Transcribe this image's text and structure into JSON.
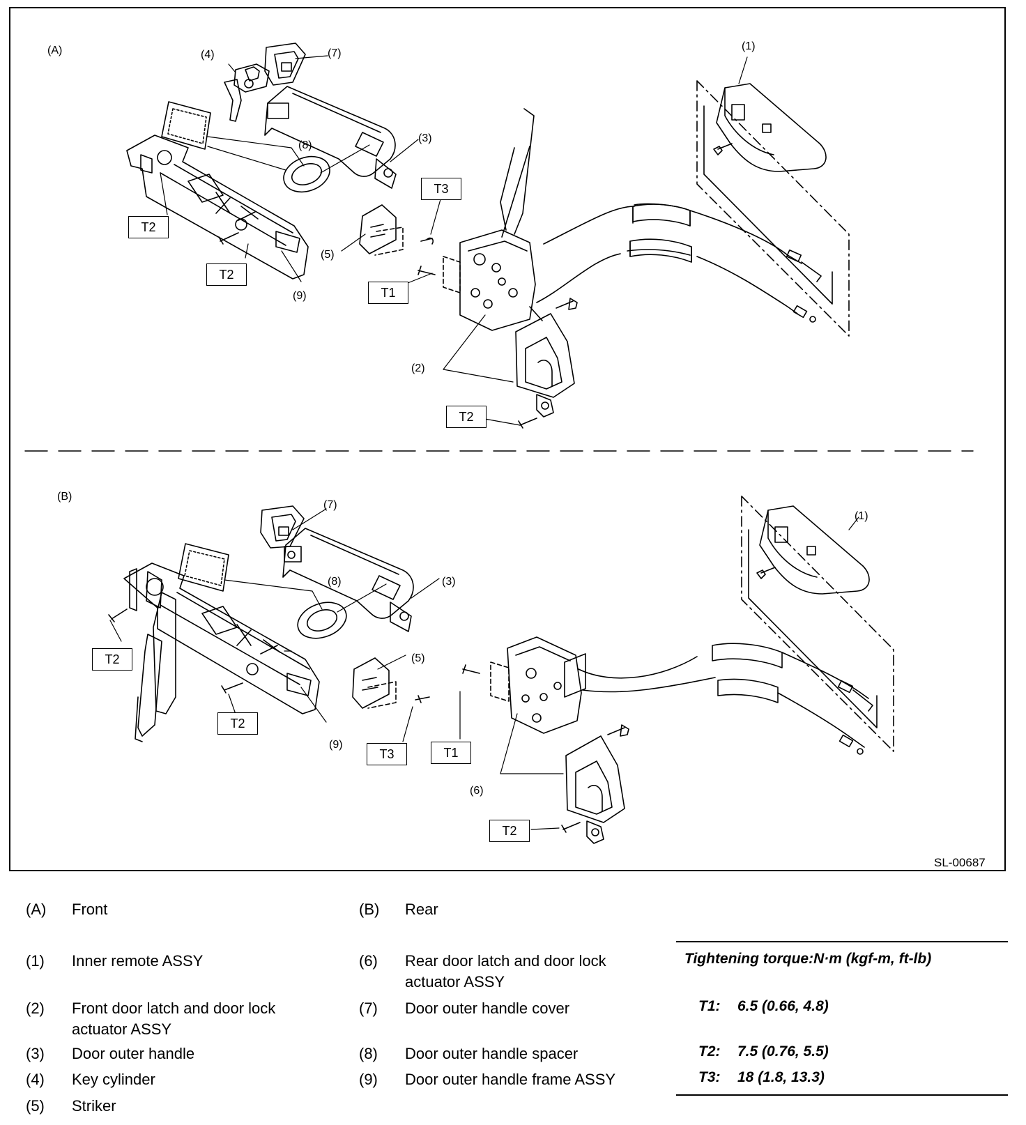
{
  "diagram": {
    "figure_id": "SL-00687",
    "section_a_label": "(A)",
    "section_b_label": "(B)",
    "callouts_a": {
      "c1": "(1)",
      "c2": "(2)",
      "c3": "(3)",
      "c4": "(4)",
      "c5": "(5)",
      "c7": "(7)",
      "c8": "(8)",
      "c9": "(9)"
    },
    "callouts_b": {
      "c1": "(1)",
      "c3": "(3)",
      "c5": "(5)",
      "c6": "(6)",
      "c7": "(7)",
      "c8": "(8)",
      "c9": "(9)"
    },
    "torque_tags": {
      "t1": "T1",
      "t2": "T2",
      "t3": "T3"
    }
  },
  "legend": {
    "sections": [
      {
        "code": "(A)",
        "text": "Front"
      },
      {
        "code": "(B)",
        "text": "Rear"
      }
    ],
    "parts": [
      {
        "code": "(1)",
        "text": "Inner remote ASSY"
      },
      {
        "code": "(2)",
        "text": "Front door latch and door lock actuator ASSY"
      },
      {
        "code": "(3)",
        "text": "Door outer handle"
      },
      {
        "code": "(4)",
        "text": "Key cylinder"
      },
      {
        "code": "(5)",
        "text": "Striker"
      },
      {
        "code": "(6)",
        "text": "Rear door latch and door lock actuator ASSY"
      },
      {
        "code": "(7)",
        "text": "Door outer handle cover"
      },
      {
        "code": "(8)",
        "text": "Door outer handle spacer"
      },
      {
        "code": "(9)",
        "text": "Door outer handle frame ASSY"
      }
    ]
  },
  "torque": {
    "heading": "Tightening torque:N·m (kgf-m, ft-lb)",
    "rows": [
      {
        "code": "T1:",
        "value": "6.5 (0.66, 4.8)"
      },
      {
        "code": "T2:",
        "value": "7.5 (0.76, 5.5)"
      },
      {
        "code": "T3:",
        "value": "18 (1.8, 13.3)"
      }
    ]
  }
}
